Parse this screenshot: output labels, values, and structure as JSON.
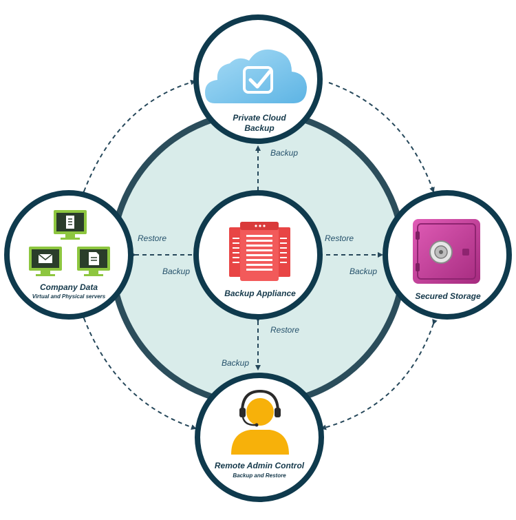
{
  "diagram": {
    "nodes": {
      "cloud": {
        "title_line1": "Private Cloud",
        "title_line2": "Backup",
        "icon": "cloud-checkbox-icon"
      },
      "company": {
        "title": "Company Data",
        "subtitle": "Virtual and Physical servers",
        "icon": "monitors-icon"
      },
      "appliance": {
        "title": "Backup Appliance",
        "icon": "server-rack-icon"
      },
      "storage": {
        "title": "Secured Storage",
        "icon": "safe-icon"
      },
      "admin": {
        "title": "Remote Admin Control",
        "subtitle": "Backup and Restore",
        "icon": "headset-person-icon"
      }
    },
    "edge_labels": {
      "appliance_to_cloud": "Backup",
      "company_restore": "Restore",
      "company_backup": "Backup",
      "storage_restore": "Restore",
      "storage_backup": "Backup",
      "admin_restore": "Restore",
      "admin_backup": "Backup"
    },
    "colors": {
      "ring": "#2b4d5b",
      "inner_fill": "#d9ecea",
      "node_border": "#0f3a4d",
      "arrow": "#25475a",
      "cloud": "#7cc5ec",
      "monitor": "#8dc63f",
      "server": "#ef4b4b",
      "safe": "#c4419a",
      "person": "#f7b10a"
    }
  }
}
